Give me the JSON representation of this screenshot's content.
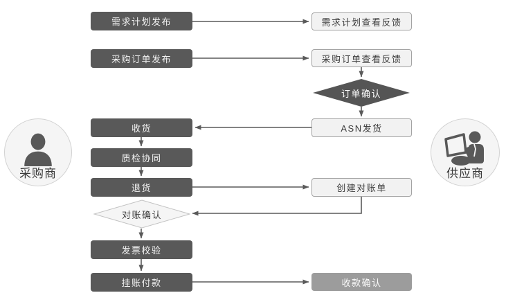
{
  "actors": {
    "buyer": {
      "label": "采购商",
      "icon": "person-icon"
    },
    "supplier": {
      "label": "供应商",
      "icon": "person-laptop-icon"
    }
  },
  "nodes": {
    "demand_plan_publish": {
      "label": "需求计划发布",
      "style": "dark-filled"
    },
    "po_publish": {
      "label": "采购订单发布",
      "style": "dark-filled"
    },
    "receive_goods": {
      "label": "收货",
      "style": "dark-filled"
    },
    "quality_collaboration": {
      "label": "质检协同",
      "style": "dark-filled"
    },
    "return_goods": {
      "label": "退货",
      "style": "dark-filled"
    },
    "invoice_verification": {
      "label": "发票校验",
      "style": "dark-filled"
    },
    "booked_payment": {
      "label": "挂账付款",
      "style": "dark-filled"
    },
    "demand_plan_feedback": {
      "label": "需求计划查看反馈",
      "style": "light-outlined"
    },
    "po_feedback": {
      "label": "采购订单查看反馈",
      "style": "light-outlined"
    },
    "asn_shipping": {
      "label": "ASN发货",
      "style": "light-outlined"
    },
    "create_statement": {
      "label": "创建对账单",
      "style": "light-outlined"
    },
    "collection_confirm": {
      "label": "收款确认",
      "style": "gray-filled"
    }
  },
  "decisions": {
    "order_confirm": {
      "label": "订单确认",
      "style": "dark-filled"
    },
    "statement_confirm": {
      "label": "对账确认",
      "style": "light-outlined"
    }
  },
  "edges": [
    {
      "from": "demand_plan_publish",
      "to": "demand_plan_feedback"
    },
    {
      "from": "po_publish",
      "to": "po_feedback"
    },
    {
      "from": "po_feedback",
      "to": "order_confirm"
    },
    {
      "from": "order_confirm",
      "to": "asn_shipping"
    },
    {
      "from": "asn_shipping",
      "to": "receive_goods"
    },
    {
      "from": "receive_goods",
      "to": "quality_collaboration"
    },
    {
      "from": "quality_collaboration",
      "to": "return_goods"
    },
    {
      "from": "return_goods",
      "to": "create_statement"
    },
    {
      "from": "create_statement",
      "to": "statement_confirm"
    },
    {
      "from": "statement_confirm",
      "to": "invoice_verification"
    },
    {
      "from": "invoice_verification",
      "to": "booked_payment"
    },
    {
      "from": "booked_payment",
      "to": "collection_confirm"
    }
  ],
  "colors": {
    "dark_node": "#595959",
    "light_node_bg": "#f2f2f2",
    "light_node_border": "#a3a3a3",
    "gray_node": "#9c9c9c",
    "arrow": "#5a5a5a",
    "actor_bg": "#f5f5f5",
    "actor_border": "#d2d2d2"
  }
}
